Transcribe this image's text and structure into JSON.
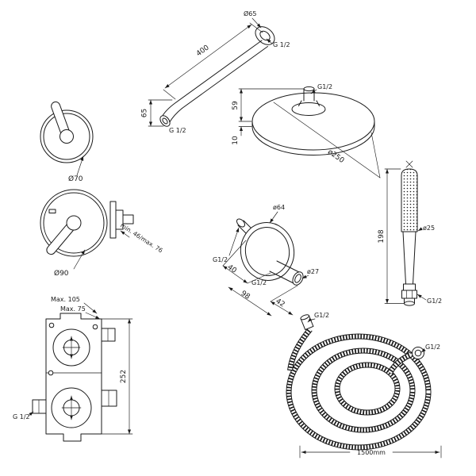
{
  "meta": {
    "background": "#ffffff",
    "line_color": "#1a1a1a"
  },
  "components": {
    "shower_arm": {
      "flange_diameter": "Ø65",
      "wall_thread": "G 1/2",
      "length": "400",
      "drop": "65",
      "outlet_thread": "G 1/2"
    },
    "shower_head": {
      "top_thread": "G1/2",
      "height": "59",
      "thickness": "10",
      "diameter": "ø250"
    },
    "trim_small": {
      "diameter": "Ø70"
    },
    "trim_large": {
      "diameter": "Ø90",
      "mounting_depth": "min. 46/max. 76"
    },
    "valve_body": {
      "max_depth_a": "Max. 105",
      "max_depth_b": "Max. 75",
      "height": "252",
      "thread": "G 1/2"
    },
    "wall_outlet": {
      "flange_diameter": "ø64",
      "wall_thread": "G1/2",
      "dim_a": "40",
      "dim_b": "98",
      "outlet_thread": "G1/2",
      "dim_c": "42",
      "outlet_diameter": "ø27"
    },
    "hand_shower": {
      "length": "198",
      "diameter": "ø25",
      "thread": "G1/2"
    },
    "hose": {
      "thread_a": "G1/2",
      "thread_b": "G1/2",
      "length": "1500mm"
    }
  }
}
